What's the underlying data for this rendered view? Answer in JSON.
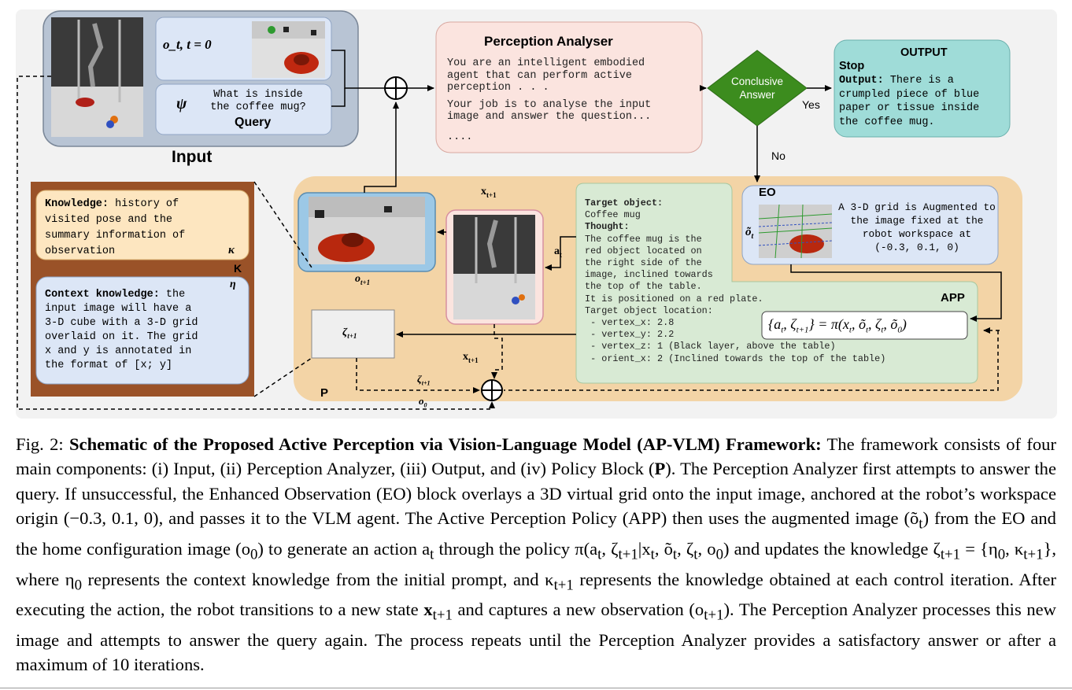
{
  "figure": {
    "input": {
      "block_label": "Input",
      "observation_label": "o_t, t = 0",
      "psi_symbol": "ψ",
      "query_text_line1": "What is inside",
      "query_text_line2": "the coffee mug?",
      "query_label": "Query"
    },
    "perception_analyser": {
      "title": "Perception Analyser",
      "line1": "You are an intelligent embodied",
      "line2": "agent that can perform active",
      "line3": "perception . . .",
      "line4": "Your job is to analyse the input",
      "line5": "image and answer the question...",
      "line6": "...."
    },
    "decision": {
      "line1": "Conclusive",
      "line2": "Answer",
      "yes_label": "Yes",
      "no_label": "No"
    },
    "output": {
      "title": "OUTPUT",
      "stop_label": "Stop",
      "output_prefix": "Output:",
      "line1": " There is a",
      "line2": "crumpled piece of blue",
      "line3": "paper or tissue inside",
      "line4": "the coffee mug."
    },
    "knowledge": {
      "k_title": "Knowledge:",
      "k_line1": " history of",
      "k_line2": "visited pose and the",
      "k_line3": "summary information of",
      "k_line4": "observation",
      "kappa": "κ",
      "K_label": "K",
      "eta": "η",
      "c_title": "Context knowledge:",
      "c_line1": " the",
      "c_line2": "input image will have a",
      "c_line3": "3-D cube with a 3-D grid",
      "c_line4": "overlaid on it. The grid",
      "c_line5": "x and y is annotated in",
      "c_line6": "the format of [x; y]"
    },
    "eo": {
      "label": "EO",
      "o_tilde": "õ",
      "o_tilde_sub": "t",
      "line1": "A 3-D grid is Augmented to",
      "line2": "the image fixed at the",
      "line3": "robot workspace at",
      "line4": "(-0.3, 0.1, 0)"
    },
    "app": {
      "label": "APP",
      "target_title": "Target object:",
      "target_value": "Coffee mug",
      "thought_title": "Thought:",
      "thought_lines": [
        "The coffee mug is the",
        "red object located on",
        "the right side of the",
        "image, inclined towards",
        "the top of the table.",
        "It is positioned on a red plate."
      ],
      "location_title": "Target object location:",
      "location_lines": [
        " - vertex_x: 2.8",
        " - vertex_y: 2.2",
        " - vertex_z: 1 (Black layer, above the table)",
        " - orient_x: 2 (Inclined towards the top of the table)"
      ]
    },
    "policy": {
      "label": "P",
      "zeta_box": "ζ",
      "zeta_box_sub": "t+1",
      "x_next_top": "x",
      "x_next_sub": "t+1",
      "a_t": "a",
      "a_t_sub": "t",
      "o_next": "o",
      "o_next_sub": "t+1",
      "zeta_arrow": "ζ",
      "zeta_arrow_sub": "t+1",
      "o_zero": "o",
      "o_zero_sub": "0",
      "x_next_mid": "x",
      "x_next_mid_sub": "t+1"
    },
    "equation_parts": {
      "lhs": "{a",
      "lhs_t": "t",
      "comma": ", ζ",
      "zeta_sub": "t+1",
      "eq": "} = π(x",
      "x_sub": "t",
      "rest": ", õ",
      "o_sub": "t",
      "rest2": ", ζ",
      "zeta2_sub": "t",
      "rest3": ", õ",
      "o0_sub": "0",
      "close": ")"
    }
  },
  "caption": {
    "fig_label": "Fig. 2:",
    "bold_title": "Schematic of the Proposed Active Perception via Vision-Language Model (AP-VLM) Framework:",
    "p1": " The framework consists of four main components: (i) Input, (ii) Perception Analyzer, (iii) Output, and (iv) Policy Block (",
    "p_bold": "P",
    "p2": "). The Perception Analyzer first attempts to answer the query. If unsuccessful, the Enhanced Observation (EO) block overlays a 3D virtual grid onto the input image, anchored at the robot’s workspace origin (−0.3, 0.1, 0), and passes it to the VLM agent. The Active Perception Policy (APP) then uses the augmented image (õ",
    "p2_sub": "t",
    "p3": ") from the EO and the home configuration image (o",
    "p3_sub": "0",
    "p4": ") to generate an action a",
    "p4_sub": "t",
    "p5": " through the policy π(a",
    "p5_sub1": "t",
    "p5b": ", ζ",
    "p5_sub2": "t+1",
    "p5c": "|x",
    "p5_sub3": "t",
    "p5d": ", õ",
    "p5_sub4": "t",
    "p5e": ", ζ",
    "p5_sub5": "t",
    "p5f": ", o",
    "p5_sub6": "0",
    "p6": ") and updates the knowledge ζ",
    "p6_sub": "t+1",
    "p7": " = {η",
    "p7_sub1": "0",
    "p7b": ", κ",
    "p7_sub2": "t+1",
    "p8": "}, where η",
    "p8_sub": "0",
    "p9": " represents the context knowledge from the initial prompt, and κ",
    "p9_sub": "t+1",
    "p10": " represents the knowledge obtained at each control iteration. After executing the action, the robot transitions to a new state ",
    "p10_bold": "x",
    "p10_sub": "t+1",
    "p11": " and captures a new observation (o",
    "p11_sub": "t+1",
    "p12": "). The Perception Analyzer processes this new image and attempts to answer the query again. The process repeats until the Perception Analyzer provides a satisfactory answer or after a maximum of 10 iterations."
  },
  "colors": {
    "input_bg": "#b8c4d4",
    "query_bg": "#dce6f6",
    "analyser_bg": "#fbe4df",
    "decision_green": "#3c8c1e",
    "output_bg": "#9fdcd8",
    "policy_bg": "#f3d4a6",
    "knowledge_bg": "#9a5228",
    "app_bg": "#d8ead4"
  }
}
